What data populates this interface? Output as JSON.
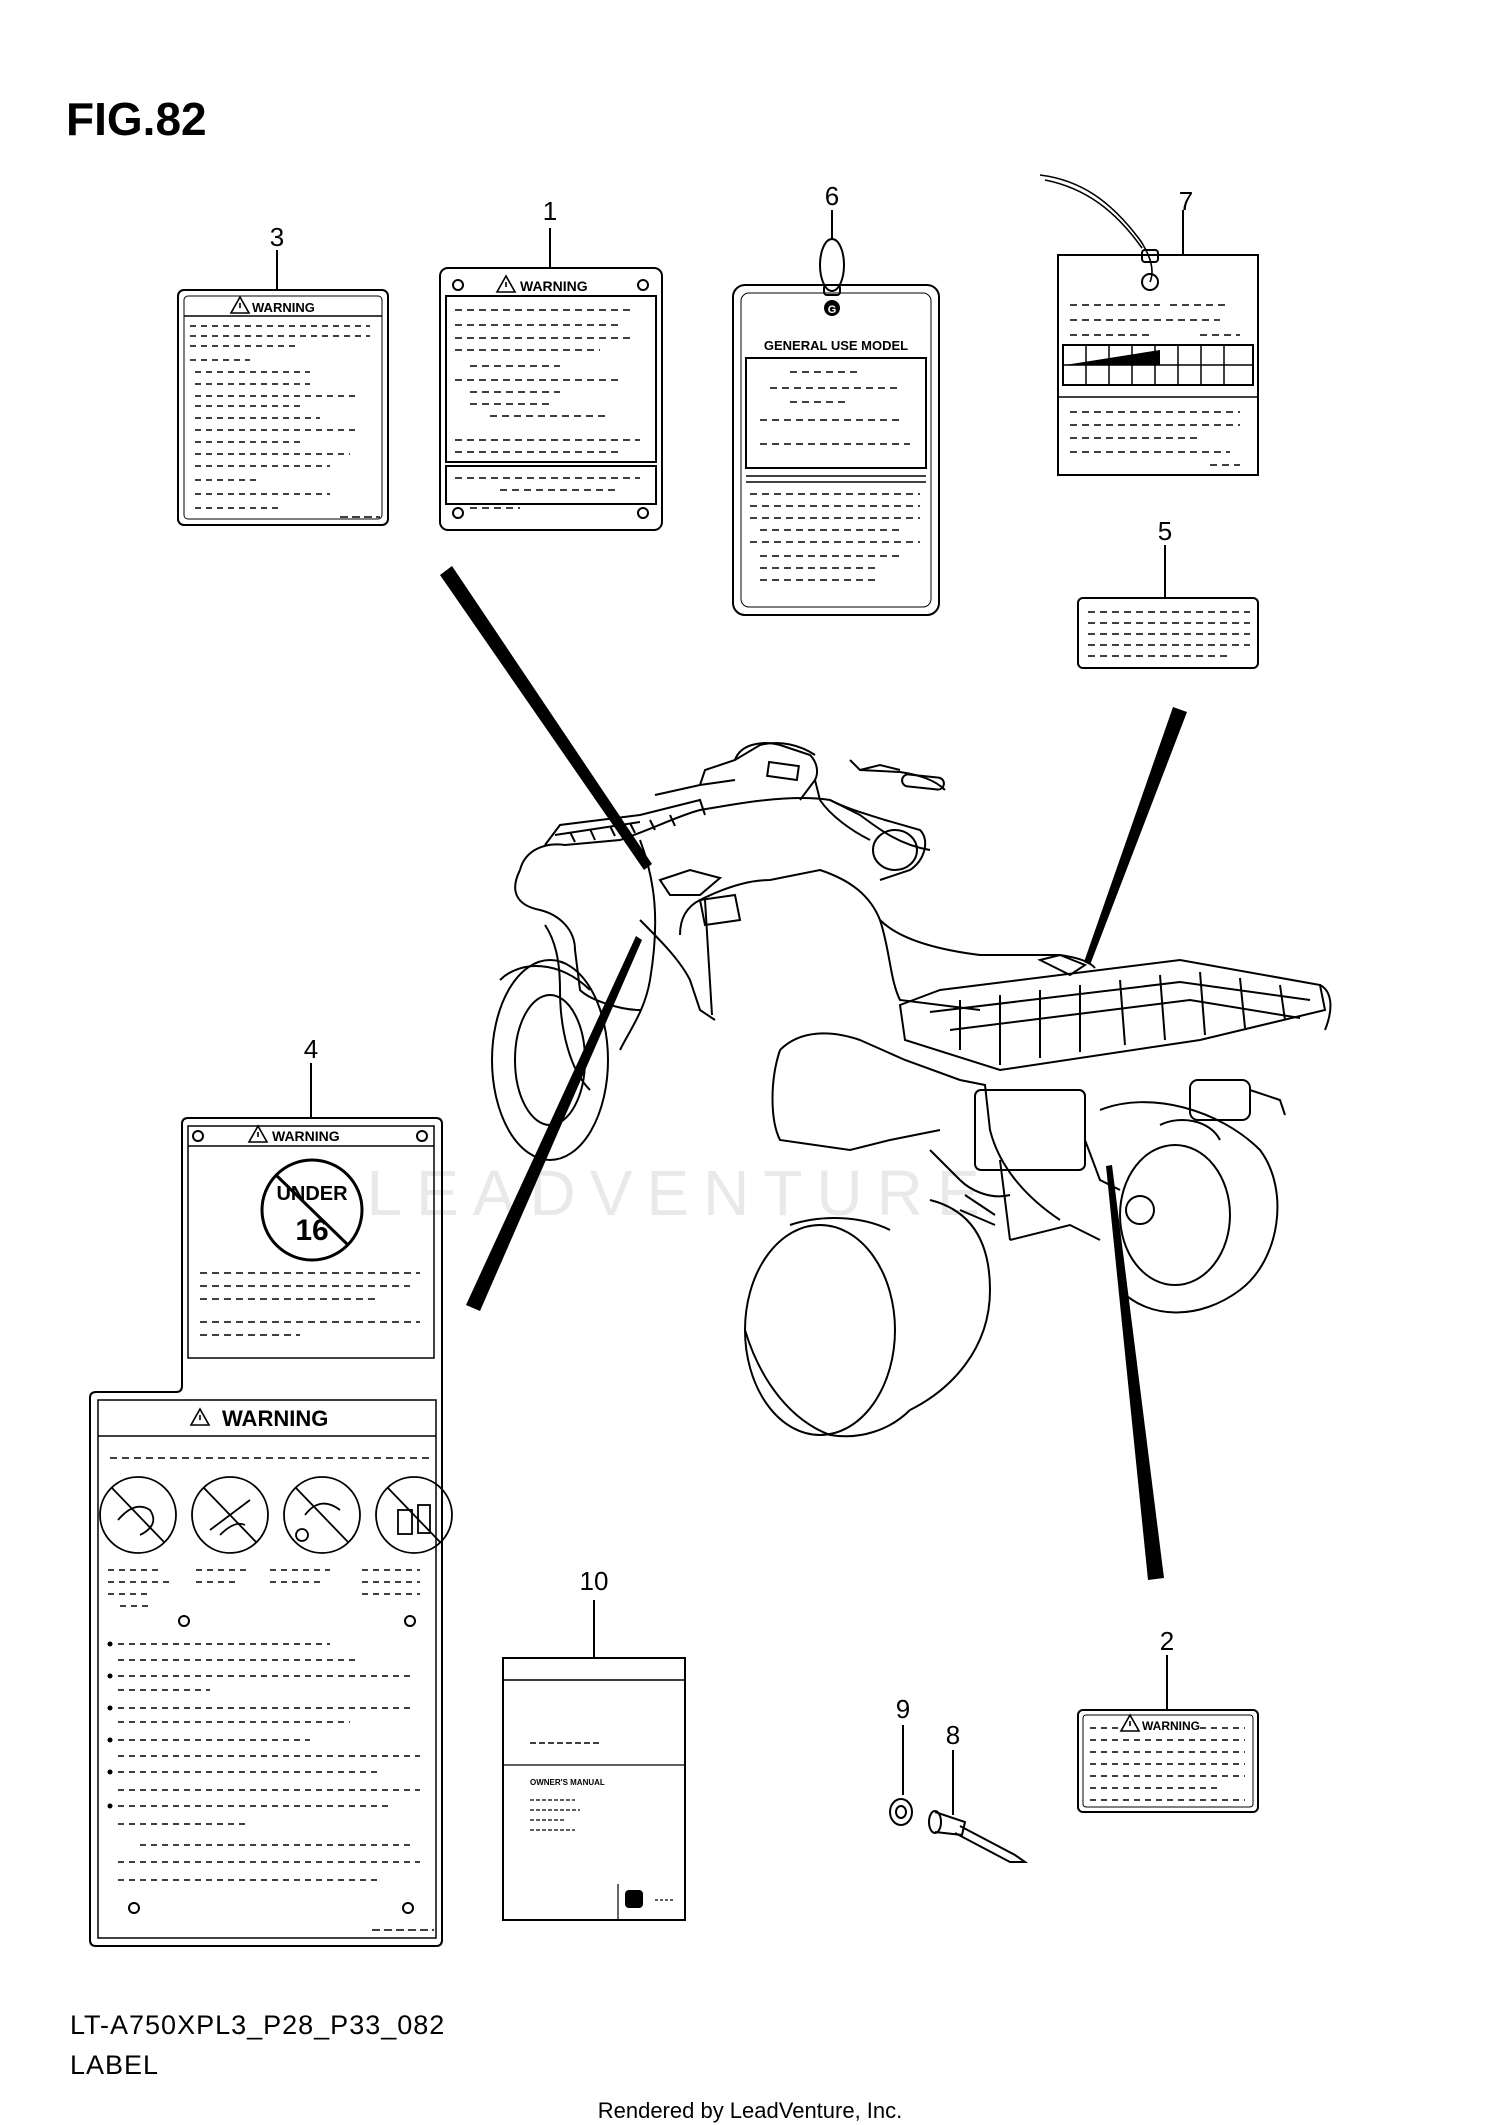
{
  "figure": {
    "title": "FIG.82"
  },
  "callouts": {
    "c1": "1",
    "c2": "2",
    "c3": "3",
    "c4": "4",
    "c5": "5",
    "c6": "6",
    "c7": "7",
    "c8": "8",
    "c9": "9",
    "c10": "10"
  },
  "labels": {
    "warning": "WARNING",
    "general_use_model": "GENERAL USE MODEL",
    "g_mark": "G",
    "under": "UNDER",
    "age": "16",
    "owners_manual": "OWNER'S MANUAL"
  },
  "watermark": "LEADVENTURE",
  "footer": {
    "code": "LT-A750XPL3_P28_P33_082",
    "name": "LABEL",
    "rendered_by": "Rendered by LeadVenture, Inc."
  }
}
